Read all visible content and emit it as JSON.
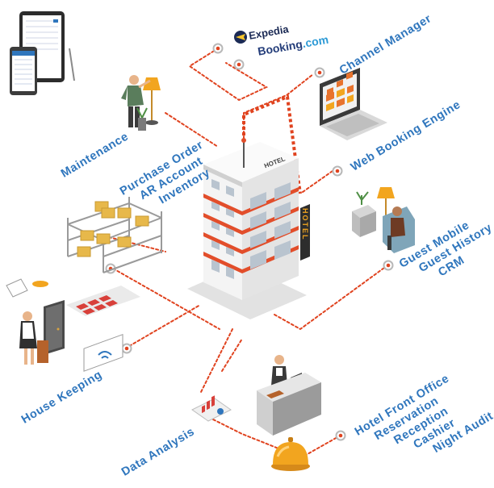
{
  "labels": {
    "channel_manager": "Channel Manager",
    "web_booking_engine": "Web Booking Engine",
    "maintenance": "Maintenance",
    "purchase_order": "Purchase Order",
    "ar_account": "AR Account",
    "inventory": "Inventory",
    "guest_mobile": "Guest Mobile",
    "guest_history": "Guest History",
    "crm": "CRM",
    "house_keeping": "House Keeping",
    "data_analysis": "Data Analysis",
    "hotel_front_office": "Hotel Front Office",
    "reservation": "Reservation",
    "reception": "Reception",
    "cashier": "Cashier",
    "night_audit": "Night Audit"
  },
  "logos": {
    "expedia": "Expedia",
    "booking_main": "Booking",
    "booking_suffix": ".com"
  },
  "building": {
    "roof_sign": "HOTEL",
    "vertical_sign": "HOTEL"
  },
  "colors": {
    "label_blue": "#2f76bd",
    "connector_red": "#e0431f",
    "accent_orange": "#f39c1e",
    "expedia_navy": "#1b2a55",
    "booking_navy": "#243d7a",
    "booking_light": "#2d9ad6"
  }
}
